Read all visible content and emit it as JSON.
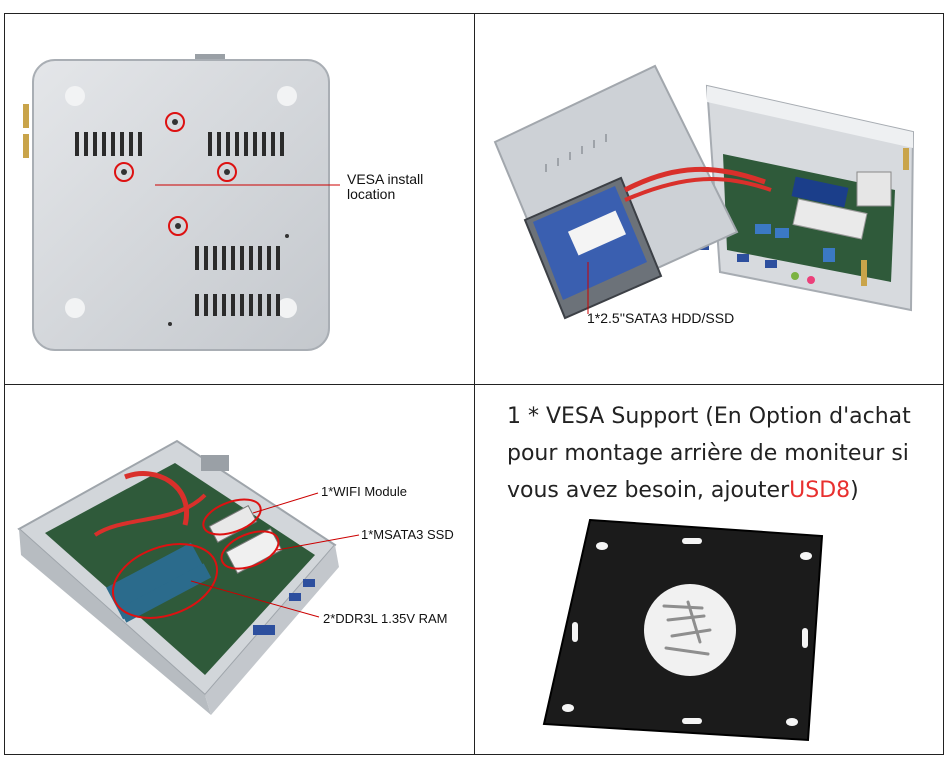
{
  "panel_top_left": {
    "callout": "VESA install\nlocation"
  },
  "panel_top_right": {
    "callout": "1*2.5''SATA3 HDD/SSD"
  },
  "panel_bottom_left": {
    "callouts": {
      "wifi": "1*WIFI Module",
      "msata": "1*MSATA3 SSD",
      "ram": "2*DDR3L 1.35V RAM"
    }
  },
  "panel_bottom_right": {
    "text_before": "1 * VESA Support (En Option d'achat pour montage arrière de moniteur si vous avez besoin, ajouter",
    "highlight": "USD8",
    "text_after": ")",
    "highlight_color": "#e8302f"
  },
  "colors": {
    "callout_line": "#cc0000",
    "case_silver": "#cfd3d8",
    "board_green": "#2f5a3a",
    "bracket_black": "#1b1b1b"
  }
}
